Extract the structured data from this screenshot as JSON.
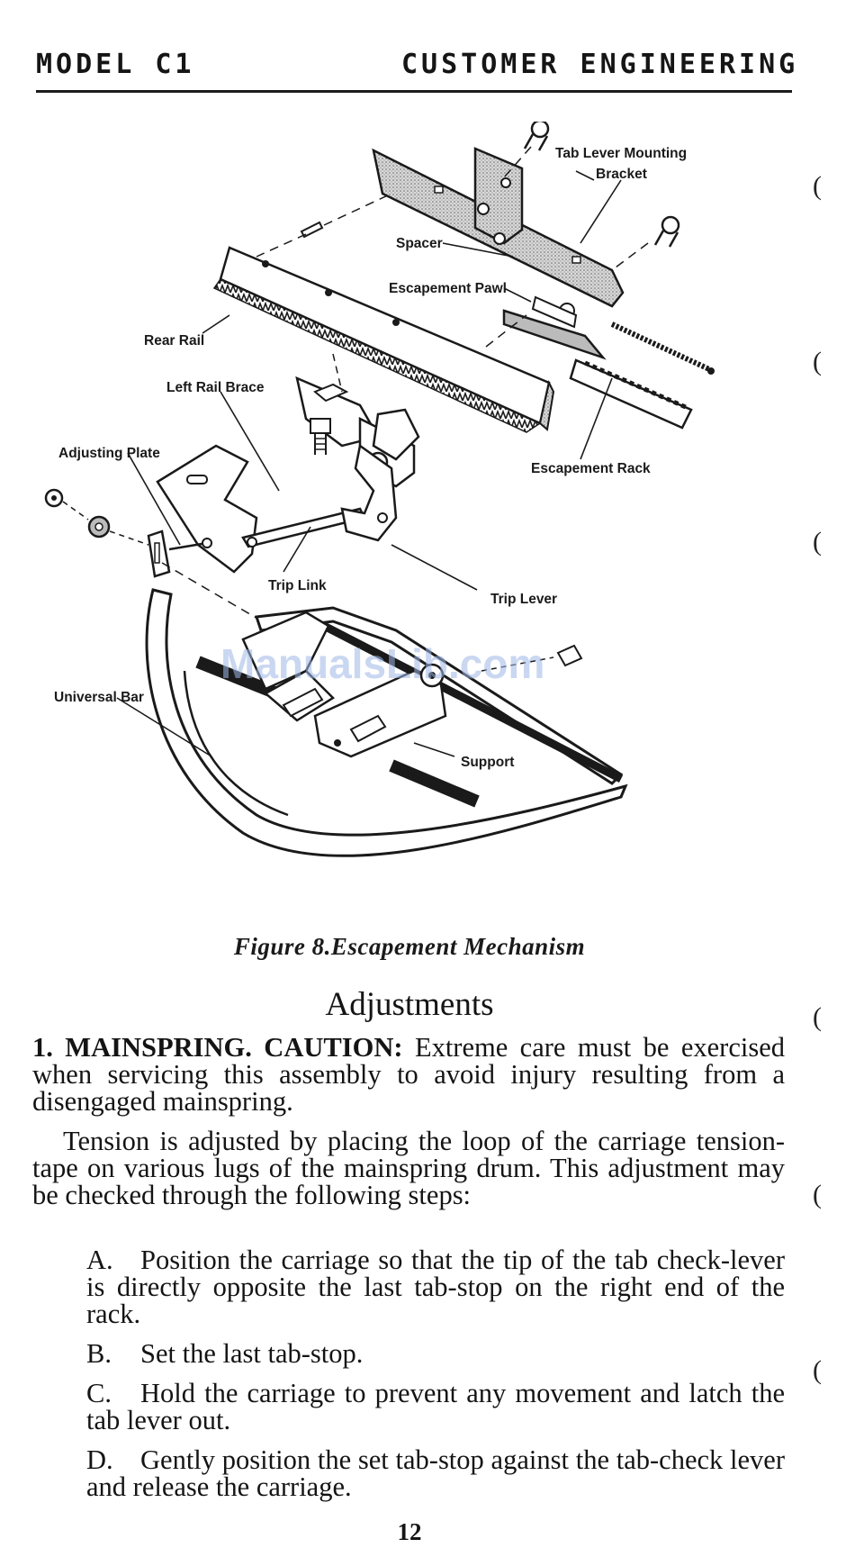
{
  "header": {
    "left": "MODEL C1",
    "right": "CUSTOMER ENGINEERING"
  },
  "figure": {
    "labels": {
      "tab_lever_bracket_1": "Tab Lever Mounting",
      "tab_lever_bracket_2": "Bracket",
      "spacer": "Spacer",
      "escapement_pawl": "Escapement Pawl",
      "rear_rail": "Rear Rail",
      "left_rail_brace": "Left Rail Brace",
      "adjusting_plate": "Adjusting Plate",
      "escapement_rack": "Escapement Rack",
      "trip_link": "Trip Link",
      "trip_lever": "Trip Lever",
      "universal_bar": "Universal Bar",
      "support": "Support"
    },
    "watermark": "ManualsLib.com",
    "caption": "Figure 8.Escapement Mechanism"
  },
  "section": {
    "title": "Adjustments",
    "p1_head": "1. MAINSPRING. CAUTION:",
    "p1_rest": " Extreme care must be exercised when servicing this assembly to avoid injury resulting from a disengaged mainspring.",
    "p2": "Tension is adjusted by placing the loop of the carriage tension-tape on various lugs of the mainspring drum. This adjustment may be checked through the following steps:",
    "steps": [
      {
        "letter": "A.",
        "text": "Position the carriage so that the tip of the tab check-lever is directly opposite the last tab-stop on the right end of the rack."
      },
      {
        "letter": "B.",
        "text": "Set the last tab-stop."
      },
      {
        "letter": "C.",
        "text": "Hold the carriage to prevent any movement and latch the tab lever out."
      },
      {
        "letter": "D.",
        "text": "Gently position the set tab-stop against the tab-check lever and release the carriage."
      }
    ]
  },
  "page_number": "12",
  "margin_marks": [
    "(",
    "(",
    "(",
    "(",
    "(",
    "("
  ]
}
